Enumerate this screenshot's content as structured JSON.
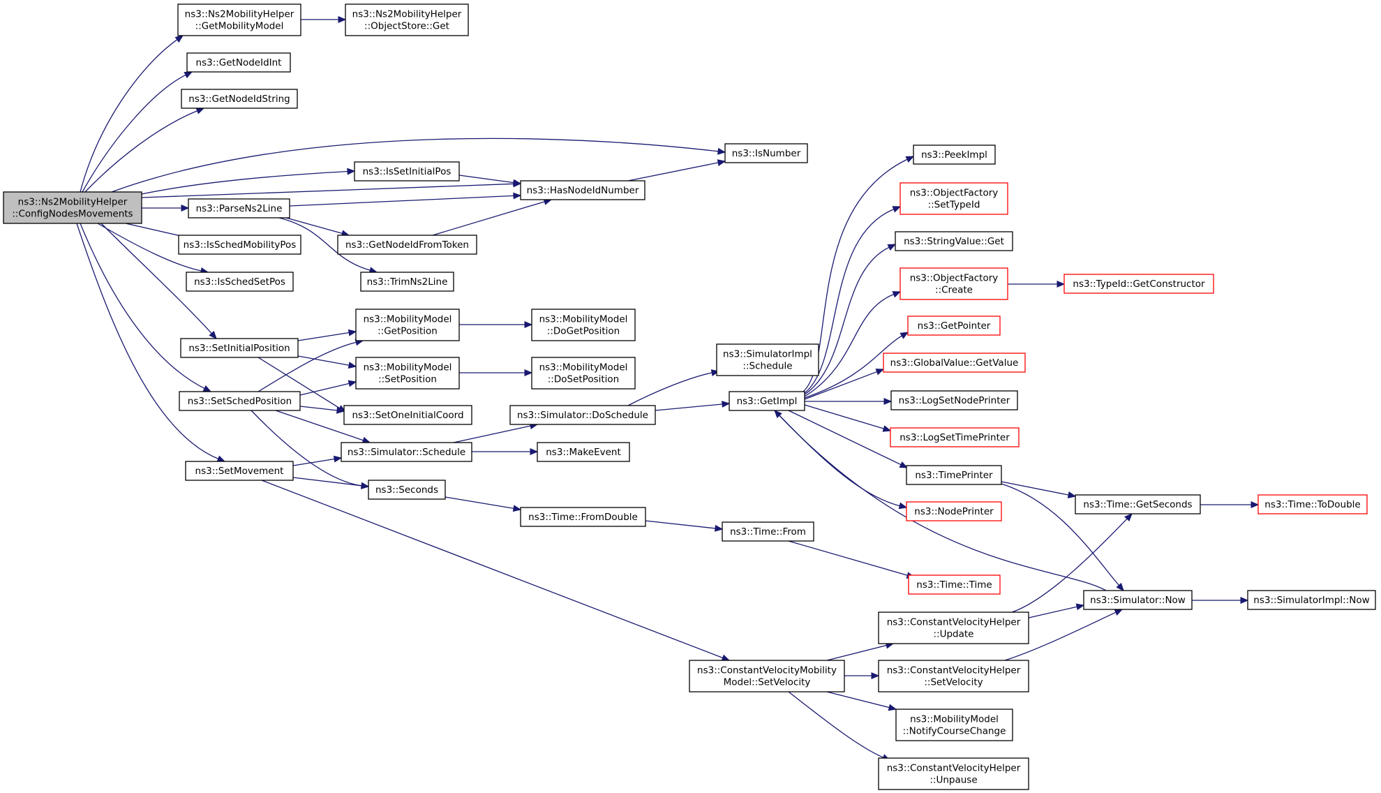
{
  "diagram": {
    "type": "call-graph",
    "colors": {
      "edge": "#191970",
      "node_border": "#000000",
      "truncated_node_border": "#ff0000",
      "root_fill": "#bfbfbf",
      "node_fill": "#ffffff"
    },
    "nodes": [
      {
        "id": "root",
        "lines": [
          "ns3::Ns2MobilityHelper",
          "::ConfigNodesMovements"
        ],
        "style": "root"
      },
      {
        "id": "getMobilityModel",
        "lines": [
          "ns3::Ns2MobilityHelper",
          "::GetMobilityModel"
        ],
        "style": "normal"
      },
      {
        "id": "objectStoreGet",
        "lines": [
          "ns3::Ns2MobilityHelper",
          "::ObjectStore::Get"
        ],
        "style": "normal"
      },
      {
        "id": "getNodeIdInt",
        "lines": [
          "ns3::GetNodeIdInt"
        ],
        "style": "normal"
      },
      {
        "id": "getNodeIdString",
        "lines": [
          "ns3::GetNodeIdString"
        ],
        "style": "normal"
      },
      {
        "id": "isNumber",
        "lines": [
          "ns3::IsNumber"
        ],
        "style": "normal"
      },
      {
        "id": "isSetInitialPos",
        "lines": [
          "ns3::IsSetInitialPos"
        ],
        "style": "normal"
      },
      {
        "id": "hasNodeIdNumber",
        "lines": [
          "ns3::HasNodeIdNumber"
        ],
        "style": "normal"
      },
      {
        "id": "parseNs2Line",
        "lines": [
          "ns3::ParseNs2Line"
        ],
        "style": "normal"
      },
      {
        "id": "getNodeIdFromToken",
        "lines": [
          "ns3::GetNodeIdFromToken"
        ],
        "style": "normal"
      },
      {
        "id": "trimNs2Line",
        "lines": [
          "ns3::TrimNs2Line"
        ],
        "style": "normal"
      },
      {
        "id": "isSchedMobilityPos",
        "lines": [
          "ns3::IsSchedMobilityPos"
        ],
        "style": "normal"
      },
      {
        "id": "isSchedSetPos",
        "lines": [
          "ns3::IsSchedSetPos"
        ],
        "style": "normal"
      },
      {
        "id": "setInitialPosition",
        "lines": [
          "ns3::SetInitialPosition"
        ],
        "style": "normal"
      },
      {
        "id": "mmGetPosition",
        "lines": [
          "ns3::MobilityModel",
          "::GetPosition"
        ],
        "style": "normal"
      },
      {
        "id": "mmDoGetPosition",
        "lines": [
          "ns3::MobilityModel",
          "::DoGetPosition"
        ],
        "style": "normal"
      },
      {
        "id": "mmSetPosition",
        "lines": [
          "ns3::MobilityModel",
          "::SetPosition"
        ],
        "style": "normal"
      },
      {
        "id": "mmDoSetPosition",
        "lines": [
          "ns3::MobilityModel",
          "::DoSetPosition"
        ],
        "style": "normal"
      },
      {
        "id": "setSchedPosition",
        "lines": [
          "ns3::SetSchedPosition"
        ],
        "style": "normal"
      },
      {
        "id": "setOneInitialCoord",
        "lines": [
          "ns3::SetOneInitialCoord"
        ],
        "style": "normal"
      },
      {
        "id": "simDoSchedule",
        "lines": [
          "ns3::Simulator::DoSchedule"
        ],
        "style": "normal"
      },
      {
        "id": "simImplSchedule",
        "lines": [
          "ns3::SimulatorImpl",
          "::Schedule"
        ],
        "style": "normal"
      },
      {
        "id": "getImpl",
        "lines": [
          "ns3::GetImpl"
        ],
        "style": "normal"
      },
      {
        "id": "setMovement",
        "lines": [
          "ns3::SetMovement"
        ],
        "style": "normal"
      },
      {
        "id": "simSchedule",
        "lines": [
          "ns3::Simulator::Schedule"
        ],
        "style": "normal"
      },
      {
        "id": "makeEvent",
        "lines": [
          "ns3::MakeEvent"
        ],
        "style": "normal"
      },
      {
        "id": "seconds",
        "lines": [
          "ns3::Seconds"
        ],
        "style": "normal"
      },
      {
        "id": "timeFromDouble",
        "lines": [
          "ns3::Time::FromDouble"
        ],
        "style": "normal"
      },
      {
        "id": "timeFrom",
        "lines": [
          "ns3::Time::From"
        ],
        "style": "normal"
      },
      {
        "id": "timeTime",
        "lines": [
          "ns3::Time::Time"
        ],
        "style": "red"
      },
      {
        "id": "peekImpl",
        "lines": [
          "ns3::PeekImpl"
        ],
        "style": "normal"
      },
      {
        "id": "ofSetTypeId",
        "lines": [
          "ns3::ObjectFactory",
          "::SetTypeId"
        ],
        "style": "red"
      },
      {
        "id": "stringValueGet",
        "lines": [
          "ns3::StringValue::Get"
        ],
        "style": "normal"
      },
      {
        "id": "ofCreate",
        "lines": [
          "ns3::ObjectFactory",
          "::Create"
        ],
        "style": "red"
      },
      {
        "id": "typeIdGetConstructor",
        "lines": [
          "ns3::TypeId::GetConstructor"
        ],
        "style": "red"
      },
      {
        "id": "getPointer",
        "lines": [
          "ns3::GetPointer"
        ],
        "style": "red"
      },
      {
        "id": "globalValueGetValue",
        "lines": [
          "ns3::GlobalValue::GetValue"
        ],
        "style": "red"
      },
      {
        "id": "logSetNodePrinter",
        "lines": [
          "ns3::LogSetNodePrinter"
        ],
        "style": "normal"
      },
      {
        "id": "logSetTimePrinter",
        "lines": [
          "ns3::LogSetTimePrinter"
        ],
        "style": "red"
      },
      {
        "id": "timePrinter",
        "lines": [
          "ns3::TimePrinter"
        ],
        "style": "normal"
      },
      {
        "id": "nodePrinter",
        "lines": [
          "ns3::NodePrinter"
        ],
        "style": "red"
      },
      {
        "id": "timeGetSeconds",
        "lines": [
          "ns3::Time::GetSeconds"
        ],
        "style": "normal"
      },
      {
        "id": "timeToDouble",
        "lines": [
          "ns3::Time::ToDouble"
        ],
        "style": "red"
      },
      {
        "id": "simNow",
        "lines": [
          "ns3::Simulator::Now"
        ],
        "style": "normal"
      },
      {
        "id": "simImplNow",
        "lines": [
          "ns3::SimulatorImpl::Now"
        ],
        "style": "normal"
      },
      {
        "id": "cvhUpdate",
        "lines": [
          "ns3::ConstantVelocityHelper",
          "::Update"
        ],
        "style": "normal"
      },
      {
        "id": "cvmmSetVelocity",
        "lines": [
          "ns3::ConstantVelocityMobility",
          "Model::SetVelocity"
        ],
        "style": "normal"
      },
      {
        "id": "cvhSetVelocity",
        "lines": [
          "ns3::ConstantVelocityHelper",
          "::SetVelocity"
        ],
        "style": "normal"
      },
      {
        "id": "mmNotifyCourseChange",
        "lines": [
          "ns3::MobilityModel",
          "::NotifyCourseChange"
        ],
        "style": "normal"
      },
      {
        "id": "cvhUnpause",
        "lines": [
          "ns3::ConstantVelocityHelper",
          "::Unpause"
        ],
        "style": "normal"
      }
    ],
    "edges": [
      {
        "from": "root",
        "to": "getMobilityModel"
      },
      {
        "from": "getMobilityModel",
        "to": "objectStoreGet"
      },
      {
        "from": "root",
        "to": "getNodeIdInt"
      },
      {
        "from": "root",
        "to": "getNodeIdString"
      },
      {
        "from": "root",
        "to": "isNumber"
      },
      {
        "from": "root",
        "to": "isSetInitialPos"
      },
      {
        "from": "root",
        "to": "hasNodeIdNumber"
      },
      {
        "from": "root",
        "to": "parseNs2Line"
      },
      {
        "from": "root",
        "to": "isSchedMobilityPos"
      },
      {
        "from": "root",
        "to": "isSchedSetPos"
      },
      {
        "from": "root",
        "to": "setInitialPosition"
      },
      {
        "from": "root",
        "to": "setSchedPosition"
      },
      {
        "from": "root",
        "to": "setMovement"
      },
      {
        "from": "isSetInitialPos",
        "to": "hasNodeIdNumber"
      },
      {
        "from": "hasNodeIdNumber",
        "to": "isNumber"
      },
      {
        "from": "parseNs2Line",
        "to": "hasNodeIdNumber"
      },
      {
        "from": "parseNs2Line",
        "to": "getNodeIdFromToken"
      },
      {
        "from": "parseNs2Line",
        "to": "trimNs2Line"
      },
      {
        "from": "getNodeIdFromToken",
        "to": "hasNodeIdNumber"
      },
      {
        "from": "setInitialPosition",
        "to": "mmGetPosition"
      },
      {
        "from": "setInitialPosition",
        "to": "mmSetPosition"
      },
      {
        "from": "setInitialPosition",
        "to": "setOneInitialCoord"
      },
      {
        "from": "mmGetPosition",
        "to": "mmDoGetPosition"
      },
      {
        "from": "mmSetPosition",
        "to": "mmDoSetPosition"
      },
      {
        "from": "setSchedPosition",
        "to": "mmGetPosition"
      },
      {
        "from": "setSchedPosition",
        "to": "mmSetPosition"
      },
      {
        "from": "setSchedPosition",
        "to": "setOneInitialCoord"
      },
      {
        "from": "setSchedPosition",
        "to": "simSchedule"
      },
      {
        "from": "setSchedPosition",
        "to": "seconds"
      },
      {
        "from": "setMovement",
        "to": "simSchedule"
      },
      {
        "from": "setMovement",
        "to": "seconds"
      },
      {
        "from": "setMovement",
        "to": "cvmmSetVelocity"
      },
      {
        "from": "simSchedule",
        "to": "simDoSchedule"
      },
      {
        "from": "simSchedule",
        "to": "makeEvent"
      },
      {
        "from": "simDoSchedule",
        "to": "simImplSchedule"
      },
      {
        "from": "simDoSchedule",
        "to": "getImpl"
      },
      {
        "from": "seconds",
        "to": "timeFromDouble"
      },
      {
        "from": "timeFromDouble",
        "to": "timeFrom"
      },
      {
        "from": "timeFrom",
        "to": "timeTime"
      },
      {
        "from": "getImpl",
        "to": "peekImpl"
      },
      {
        "from": "getImpl",
        "to": "ofSetTypeId"
      },
      {
        "from": "getImpl",
        "to": "stringValueGet"
      },
      {
        "from": "getImpl",
        "to": "ofCreate"
      },
      {
        "from": "getImpl",
        "to": "getPointer"
      },
      {
        "from": "getImpl",
        "to": "globalValueGetValue"
      },
      {
        "from": "getImpl",
        "to": "logSetNodePrinter"
      },
      {
        "from": "getImpl",
        "to": "logSetTimePrinter"
      },
      {
        "from": "getImpl",
        "to": "timePrinter"
      },
      {
        "from": "getImpl",
        "to": "nodePrinter"
      },
      {
        "from": "ofCreate",
        "to": "typeIdGetConstructor"
      },
      {
        "from": "timePrinter",
        "to": "timeGetSeconds"
      },
      {
        "from": "timePrinter",
        "to": "simNow"
      },
      {
        "from": "timeGetSeconds",
        "to": "timeToDouble"
      },
      {
        "from": "simNow",
        "to": "getImpl"
      },
      {
        "from": "simNow",
        "to": "simImplNow"
      },
      {
        "from": "cvhUpdate",
        "to": "timeGetSeconds"
      },
      {
        "from": "cvhUpdate",
        "to": "simNow"
      },
      {
        "from": "cvhSetVelocity",
        "to": "simNow"
      },
      {
        "from": "cvmmSetVelocity",
        "to": "cvhUpdate"
      },
      {
        "from": "cvmmSetVelocity",
        "to": "cvhSetVelocity"
      },
      {
        "from": "cvmmSetVelocity",
        "to": "mmNotifyCourseChange"
      },
      {
        "from": "cvmmSetVelocity",
        "to": "cvhUnpause"
      }
    ]
  }
}
